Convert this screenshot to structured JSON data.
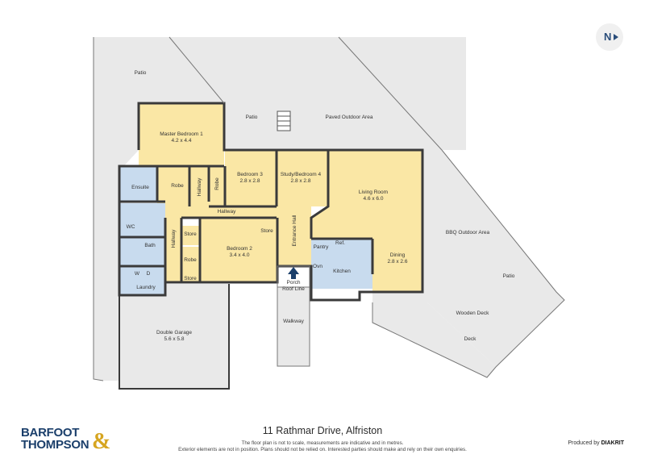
{
  "address": "11 Rathmar Drive, Alfriston",
  "disclaimer_line1": "The floor plan is not to scale, measurements are indicative and in metres.",
  "disclaimer_line2": "Exterior elements are not in position. Plans should not be relied on. Interested parties should make and rely on their own enquiries.",
  "producer_prefix": "Produced by",
  "producer_name": "DIAKRIT",
  "compass_label": "N",
  "logo": {
    "line1": "BARFOOT",
    "line2": "THOMPSON",
    "amp": "&"
  },
  "colors": {
    "living": "#fae7a5",
    "wet": "#c8dbee",
    "outdoor": "#e9e9e9",
    "wall": "#3a3a3a",
    "brand": "#1b3f6b",
    "accent": "#d6a520"
  },
  "rooms": {
    "patio_top": "Patio",
    "patio_mid": "Patio",
    "paved": "Paved Outdoor Area",
    "master": "Master Bedroom 1",
    "master_dim": "4.2 x 4.4",
    "bed3": "Bedroom 3",
    "bed3_dim": "2.8 x 2.8",
    "study": "Study/Bedroom 4",
    "study_dim": "2.8 x 2.8",
    "living": "Living Room",
    "living_dim": "4.6 x 6.0",
    "bbq": "BBQ Outdoor Area",
    "patio_right": "Patio",
    "ensuite": "Ensuite",
    "robe1": "Robe",
    "robe2": "Robe",
    "robe3": "Robe",
    "hallway_v1": "Hallway",
    "hallway_h": "Hallway",
    "hallway_v2": "Hallway",
    "wc": "WC",
    "bath": "Bath",
    "store1": "Store",
    "store2": "Store",
    "store3": "Store",
    "bed2": "Bedroom 2",
    "bed2_dim": "3.4 x 4.0",
    "entrance": "Entrance Hall",
    "pantry": "Pantry",
    "ref": "Ref.",
    "kitchen": "Kitchen",
    "ovn": "Ovn",
    "dining": "Dining",
    "dining_dim": "2.8 x 2.6",
    "w": "W",
    "d": "D",
    "laundry": "Laundry",
    "porch": "Porch",
    "roofline": "Roof Line",
    "walkway": "Walkway",
    "wooden_deck": "Wooden Deck",
    "deck": "Deck",
    "garage": "Double Garage",
    "garage_dim": "5.6 x 5.8"
  }
}
